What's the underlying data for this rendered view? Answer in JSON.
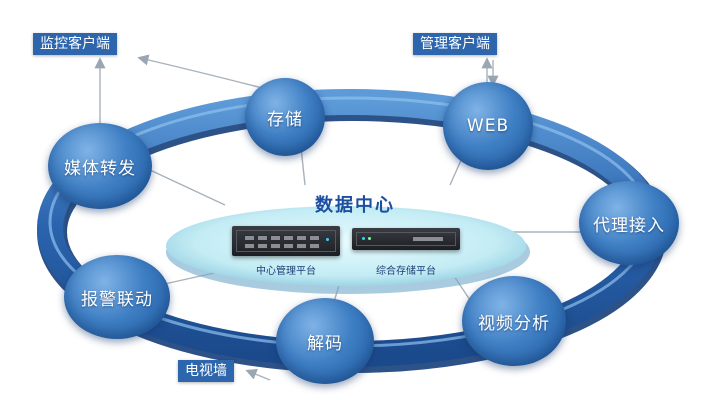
{
  "nodes": {
    "storage": "存储",
    "web": "WEB",
    "media_forward": "媒体转发",
    "proxy_access": "代理接入",
    "alarm_linkage": "报警联动",
    "video_analysis": "视频分析",
    "decode": "解码"
  },
  "external": {
    "monitor_client": "监控客户端",
    "management_client": "管理客户端",
    "tv_wall": "电视墙"
  },
  "center": {
    "title": "数据中心",
    "server_left": "中心管理平台",
    "server_right": "综合存储平台"
  },
  "colors": {
    "ring_dark": "#1d4f96",
    "ring_light": "#4f8fd4",
    "node_blue": "#3f7fc4",
    "label_box": "#2e66ad",
    "disc": "#bfe6ef",
    "arrow": "#9aa6b2"
  }
}
